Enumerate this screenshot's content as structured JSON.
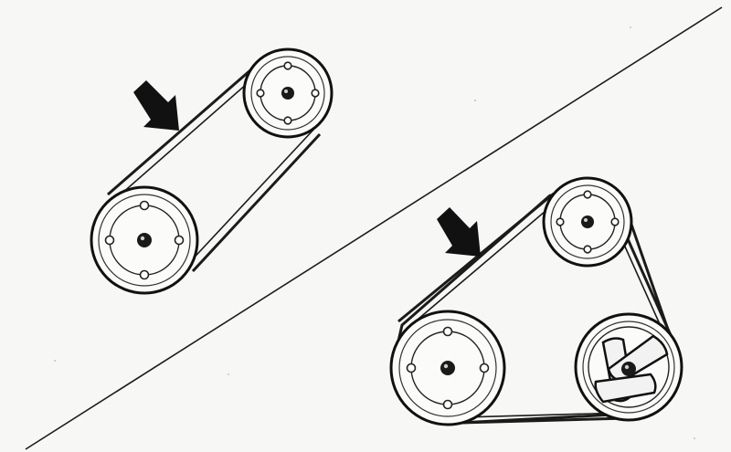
{
  "diagram": {
    "panels": [
      {
        "id": "two-pulley-drive",
        "pulleys": [
          "large-pulley",
          "small-pulley"
        ],
        "belt": "v-belt"
      },
      {
        "id": "three-pulley-drive",
        "pulleys": [
          "large-pulley",
          "small-pulley",
          "tensioner-pulley"
        ],
        "belt": "v-belt"
      }
    ],
    "icons": {
      "arrow": "belt-indicator-arrow-icon",
      "tensioner": "tensioner-icon"
    },
    "colors": {
      "background": "#f7f7f5",
      "ink": "#111111"
    }
  }
}
